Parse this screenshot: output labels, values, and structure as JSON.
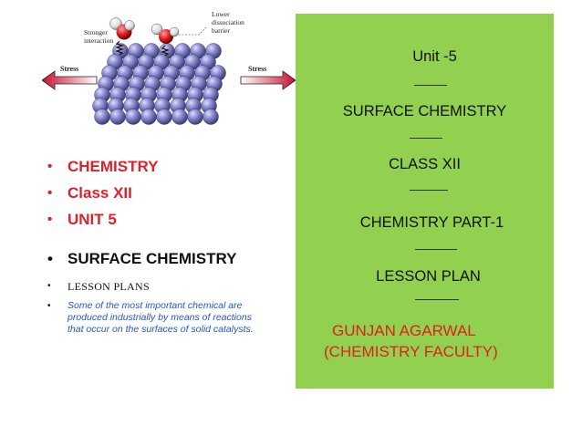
{
  "figure": {
    "label_stronger": [
      "Stronger",
      "interaction"
    ],
    "label_lower": [
      "Lower",
      "dissociation",
      "barrier"
    ],
    "stress_left": "Stress",
    "stress_right": "Stress"
  },
  "bullets": {
    "red_items": [
      "CHEMISTRY",
      "Class XII",
      "UNIT 5"
    ],
    "topic": "SURFACE CHEMISTRY",
    "lesson_plans": "LESSON PLANS",
    "blurb_lines": [
      "Some of the most important chemical are",
      "produced industrially by means of reactions",
      "that occur on the surfaces of solid catalysts."
    ],
    "bullet_char": "•"
  },
  "panel": {
    "unit": "Unit -5",
    "subject": "SURFACE CHEMISTRY",
    "class": "CLASS XII",
    "part": "CHEMISTRY PART-1",
    "plan": "LESSON PLAN",
    "author_name": "GUNJAN AGARWAL",
    "author_role": "(CHEMISTRY FACULTY)"
  },
  "colors": {
    "panel_bg": "#92d050",
    "accent_red": "#e0202a",
    "blurb_blue": "#2255cc",
    "sphere": "#8c8cd0"
  }
}
